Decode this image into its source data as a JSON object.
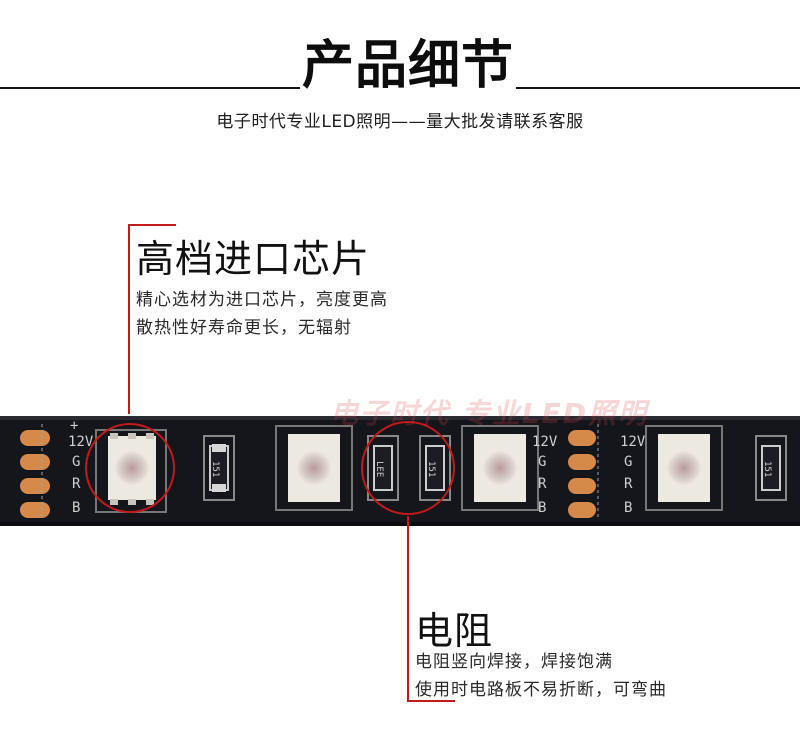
{
  "header": {
    "title": "产品细节",
    "subtitle": "电子时代专业LED照明——量大批发请联系客服"
  },
  "feature_chip": {
    "title": "高档进口芯片",
    "lines": [
      "精心选材为进口芯片，亮度更高",
      "散热性好寿命更长，无辐射"
    ]
  },
  "feature_resistor": {
    "title": "电阻",
    "lines": [
      "电阻竖向焊接，焊接饱满",
      "使用时电路板不易折断，可弯曲"
    ]
  },
  "strip": {
    "watermark": "电子时代 专业LED照明",
    "label_voltage": "12V",
    "label_plus": "+",
    "labels_channels": [
      "G",
      "R",
      "B"
    ],
    "resistor_code": "151",
    "resistor_code_alt": "LEE"
  },
  "colors": {
    "accent_line": "#c21a1a",
    "strip_board": "#15151c",
    "pad_copper": "#d58a49",
    "led_body": "#ece9e1"
  }
}
